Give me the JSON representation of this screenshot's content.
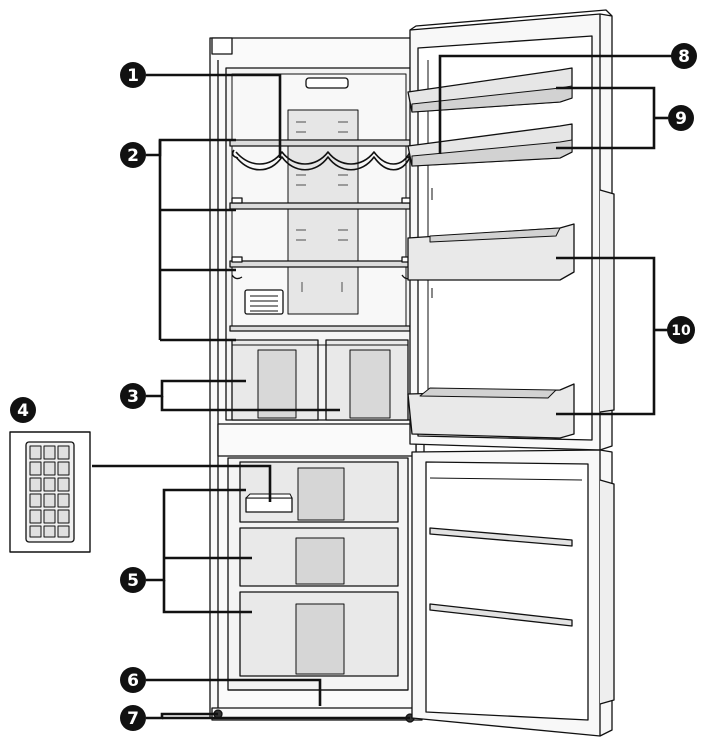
{
  "colors": {
    "ink": "#111111",
    "panel": "#f4f4f4",
    "bin": "#e9e9e9",
    "bin_shade": "#d2d2d2",
    "glass": "#dcdcdc",
    "white": "#ffffff"
  },
  "callouts": [
    {
      "id": "1",
      "label": "1"
    },
    {
      "id": "2",
      "label": "2"
    },
    {
      "id": "3",
      "label": "3"
    },
    {
      "id": "4",
      "label": "4"
    },
    {
      "id": "5",
      "label": "5"
    },
    {
      "id": "6",
      "label": "6"
    },
    {
      "id": "7",
      "label": "7"
    },
    {
      "id": "8",
      "label": "8"
    },
    {
      "id": "9",
      "label": "9"
    },
    {
      "id": "10",
      "label": "10"
    }
  ]
}
